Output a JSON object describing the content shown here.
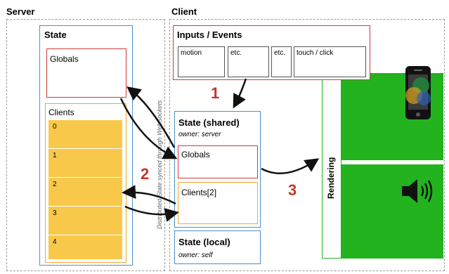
{
  "server": {
    "title": "Server",
    "state": {
      "title": "State",
      "globals_label": "Globals",
      "clients_label": "Clients",
      "client_slots": [
        "0",
        "1",
        "2",
        "3",
        "4"
      ]
    }
  },
  "client": {
    "title": "Client",
    "inputs": {
      "title": "Inputs / Events",
      "events": [
        "motion",
        "etc.",
        "etc.",
        "touch / click"
      ]
    },
    "state_shared": {
      "title": "State (shared)",
      "owner": "owner: server",
      "globals_label": "Globals",
      "clients_label": "Clients[2]"
    },
    "state_local": {
      "title": "State (local)",
      "owner": "owner: self"
    },
    "rendering_label": "Rendering"
  },
  "sync_label": "Distributed State synced through WebSockets",
  "steps": [
    "1",
    "2",
    "3"
  ],
  "icons": [
    "phone-icon",
    "speaker-icon"
  ],
  "colors": {
    "state_border": "#4a90c8",
    "globals_border": "#d23a3a",
    "clients_border": "#f0a830",
    "client_slot_fill": "#f7c84a",
    "rendering_fill": "#22b31f",
    "step_number": "#c0392b"
  }
}
